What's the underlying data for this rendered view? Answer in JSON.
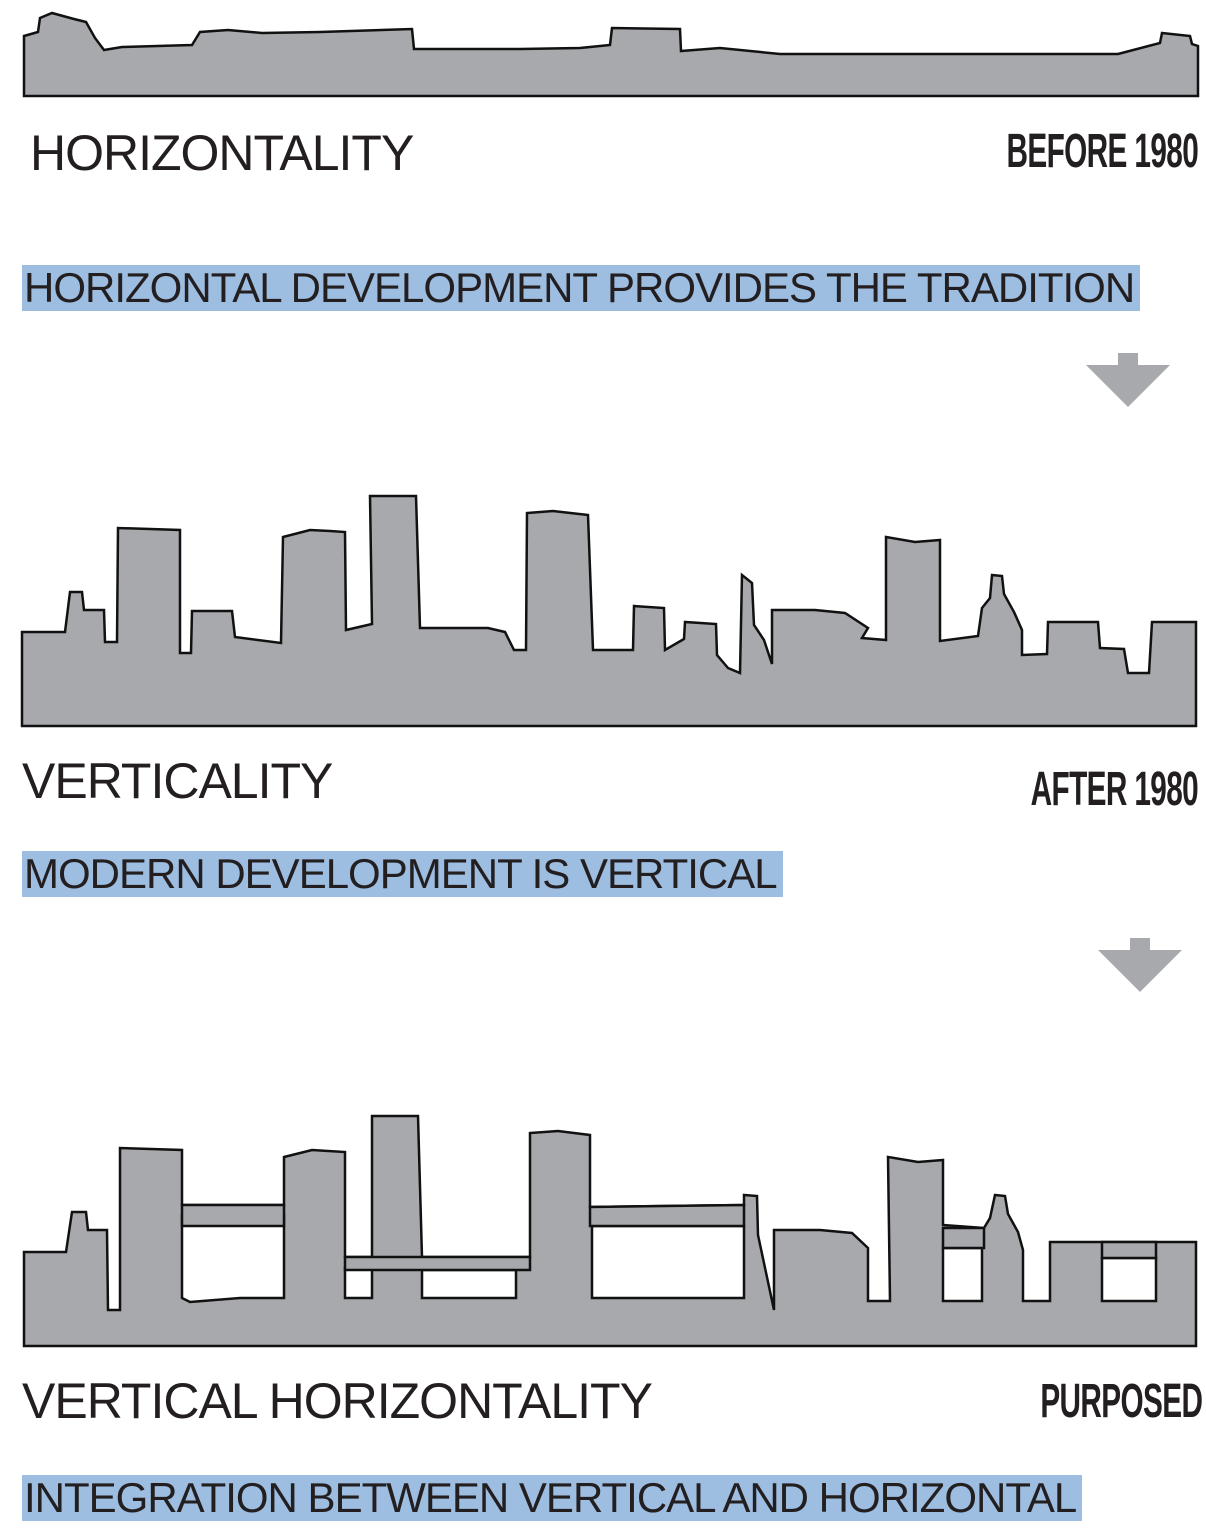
{
  "sections": [
    {
      "title": "HORIZONTALITY",
      "era": "BEFORE 1980",
      "caption": "HORIZONTAL DEVELOPMENT PROVIDES THE TRADITION"
    },
    {
      "title": "VERTICALITY",
      "era": "AFTER 1980",
      "caption": "MODERN DEVELOPMENT IS VERTICAL"
    },
    {
      "title": "VERTICAL HORIZONTALITY",
      "era": "PURPOSED",
      "caption": "INTEGRATION BETWEEN VERTICAL AND HORIZONTAL"
    }
  ],
  "colors": {
    "building_fill": "#a7a9ac",
    "outline": "#111111",
    "caption_highlight": "#9dbde1",
    "arrow": "#a7a9ac"
  },
  "icons": [
    "down-arrow-icon",
    "down-arrow-icon"
  ]
}
